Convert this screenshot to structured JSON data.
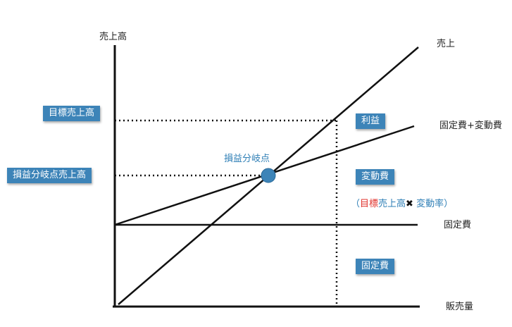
{
  "labels": {
    "y_axis": "売上高",
    "x_axis": "販売量",
    "sales_line": "売上",
    "total_cost_line": "固定費+変動費",
    "fixed_cost_line": "固定費"
  },
  "boxes": {
    "target_sales": "目標売上高",
    "breakeven_sales": "損益分岐点売上高",
    "profit": "利益",
    "variable_cost": "変動費",
    "fixed_cost": "固定費"
  },
  "breakeven_point": "損益分岐点",
  "formula": {
    "open": "（",
    "red_part": "目標",
    "part2": "売上高",
    "times": "✖",
    "part3": " 変動率）"
  },
  "colors": {
    "box_bg": "#3d84b8",
    "point_fill": "#3d84b8",
    "accent_red": "#e0322c",
    "line": "#111111"
  }
}
